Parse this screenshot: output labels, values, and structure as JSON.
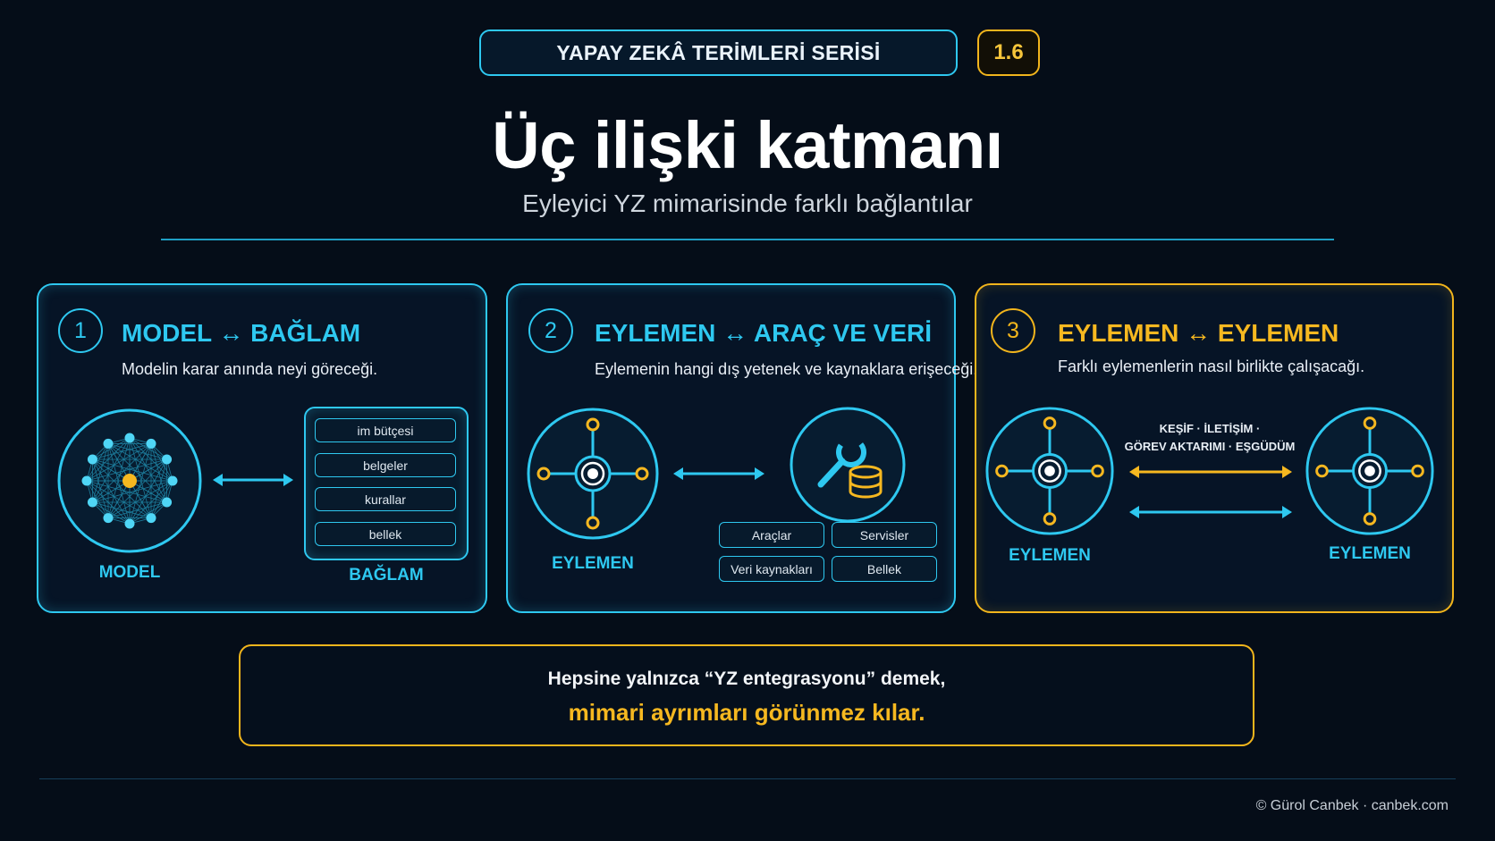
{
  "header": {
    "series_label": "YAPAY ZEKÂ TERİMLERİ SERİSİ",
    "episode": "1.6",
    "title": "Üç ilişki katmanı",
    "subtitle": "Eyleyici YZ mimarisinde farklı bağlantılar"
  },
  "panels": [
    {
      "number": "1",
      "title": "MODEL ↔ BAĞLAM",
      "description": "Modelin karar anında neyi göreceği.",
      "left_label": "MODEL",
      "right_label": "BAĞLAM",
      "chips": [
        "im bütçesi",
        "belgeler",
        "kurallar",
        "bellek"
      ]
    },
    {
      "number": "2",
      "title": "EYLEMEN ↔ ARAÇ VE VERİ",
      "description": "Eylemenin hangi dış yetenek ve kaynaklara erişeceği.",
      "left_label": "EYLEMEN",
      "chips": [
        "Araçlar",
        "Servisler",
        "Veri kaynakları",
        "Bellek"
      ]
    },
    {
      "number": "3",
      "title": "EYLEMEN ↔ EYLEMEN",
      "description": "Farklı eylemenlerin nasıl birlikte çalışacağı.",
      "left_label": "EYLEMEN",
      "right_label": "EYLEMEN",
      "arrow_caption_line1": "KEŞİF · İLETİŞİM ·",
      "arrow_caption_line2": "GÖREV AKTARIMI · EŞGÜDÜM"
    }
  ],
  "bottom_note": {
    "line1": "Hepsine yalnızca “YZ entegrasyonu” demek,",
    "line2": "mimari ayrımları görünmez kılar."
  },
  "footer": {
    "credit": "© Gürol Canbek · canbek.com"
  },
  "colors": {
    "background": "#050d18",
    "accent_blue": "#2ec8f0",
    "accent_gold": "#f2b51c"
  }
}
